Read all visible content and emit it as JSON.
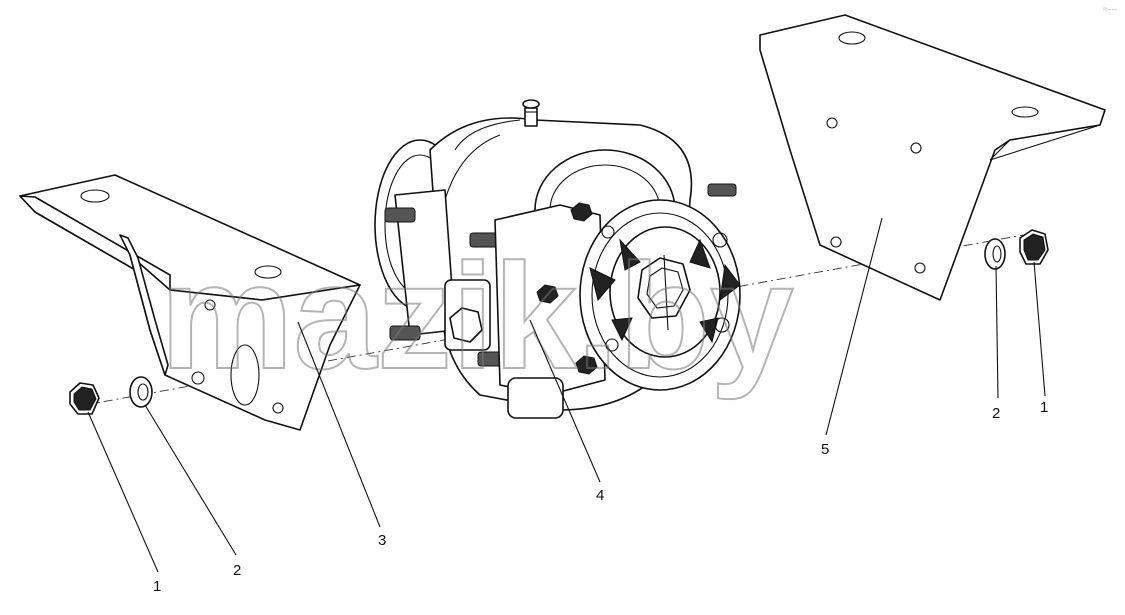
{
  "watermark": "mazik.by",
  "callouts": {
    "c1_left": "1",
    "c2_left": "2",
    "c3": "3",
    "c4": "4",
    "c5": "5",
    "c2_right": "2",
    "c1_right": "1"
  },
  "colors": {
    "line": "#111111",
    "background": "#ffffff",
    "watermark": "#777777"
  }
}
